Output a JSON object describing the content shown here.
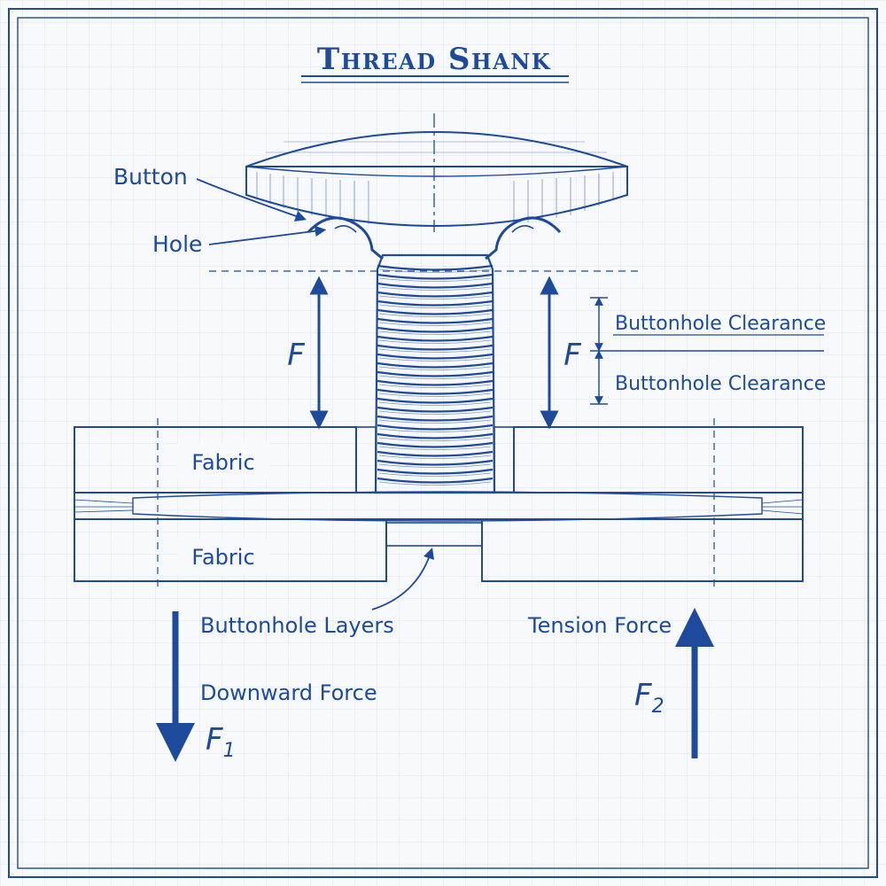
{
  "title": "Thread Shank",
  "labels": {
    "button": "Button",
    "hole": "Hole",
    "clearance_top": "Buttonhole Clearance",
    "clearance_bottom": "Buttonhole Clearance",
    "f_left": "F",
    "f_right": "F",
    "fabric_top": "Fabric",
    "fabric_bottom": "Fabric",
    "buttonhole_layers": "Buttonhole Layers",
    "downward_force": "Downward Force",
    "f1_main": "F",
    "f1_sub": "1",
    "tension_force": "Tension Force",
    "f2_main": "F",
    "f2_sub": "2"
  },
  "colors": {
    "ink": "#1d4a9a",
    "paper": "#f7f9fc",
    "grid": "#dfe6f1"
  }
}
